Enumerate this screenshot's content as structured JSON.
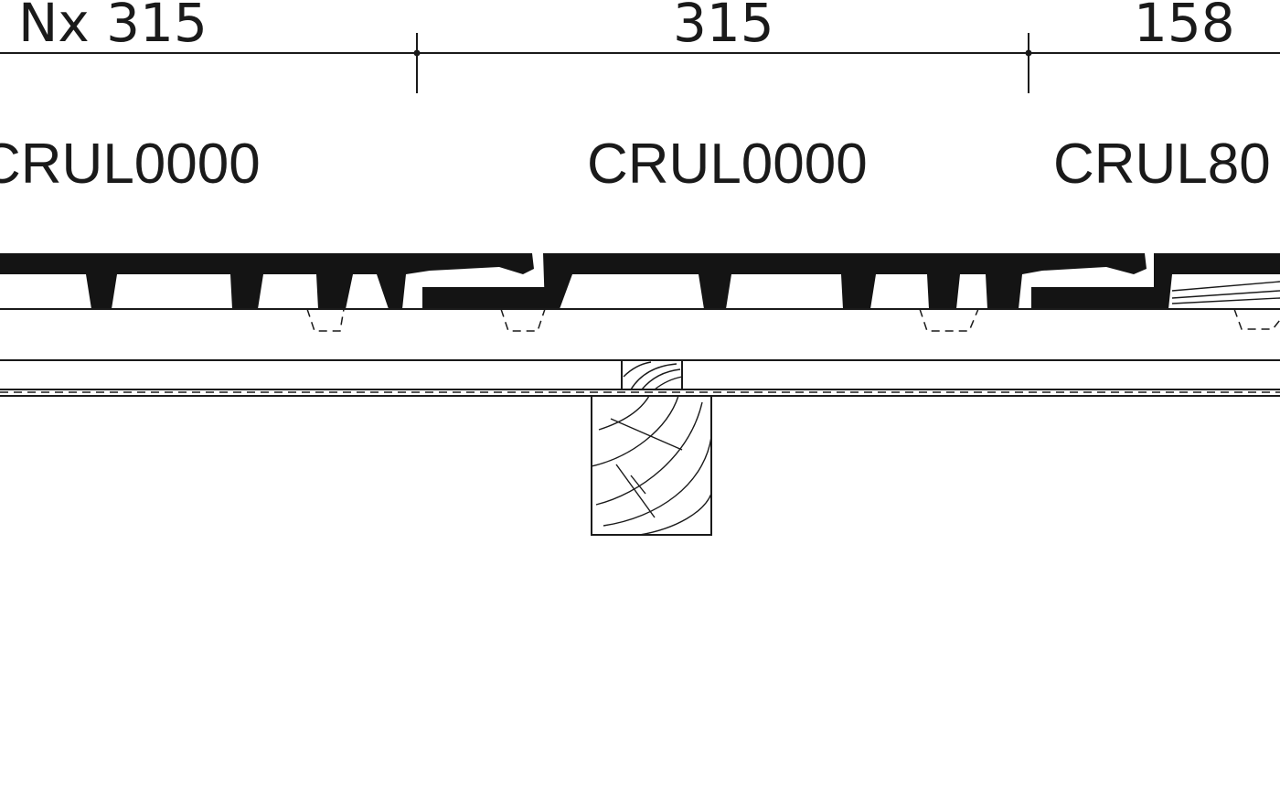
{
  "dimensions": [
    {
      "id": "dim-left",
      "label": "Nx 315"
    },
    {
      "id": "dim-middle",
      "label": "315"
    },
    {
      "id": "dim-right",
      "label": "158"
    }
  ],
  "tile_codes": [
    {
      "id": "code-left",
      "label": "CRUL0000"
    },
    {
      "id": "code-middle",
      "label": "CRUL0000"
    },
    {
      "id": "code-right",
      "label": "CRUL80"
    }
  ],
  "colors": {
    "line": "#1a1a1a",
    "tile_fill": "#141414",
    "background": "#ffffff"
  }
}
